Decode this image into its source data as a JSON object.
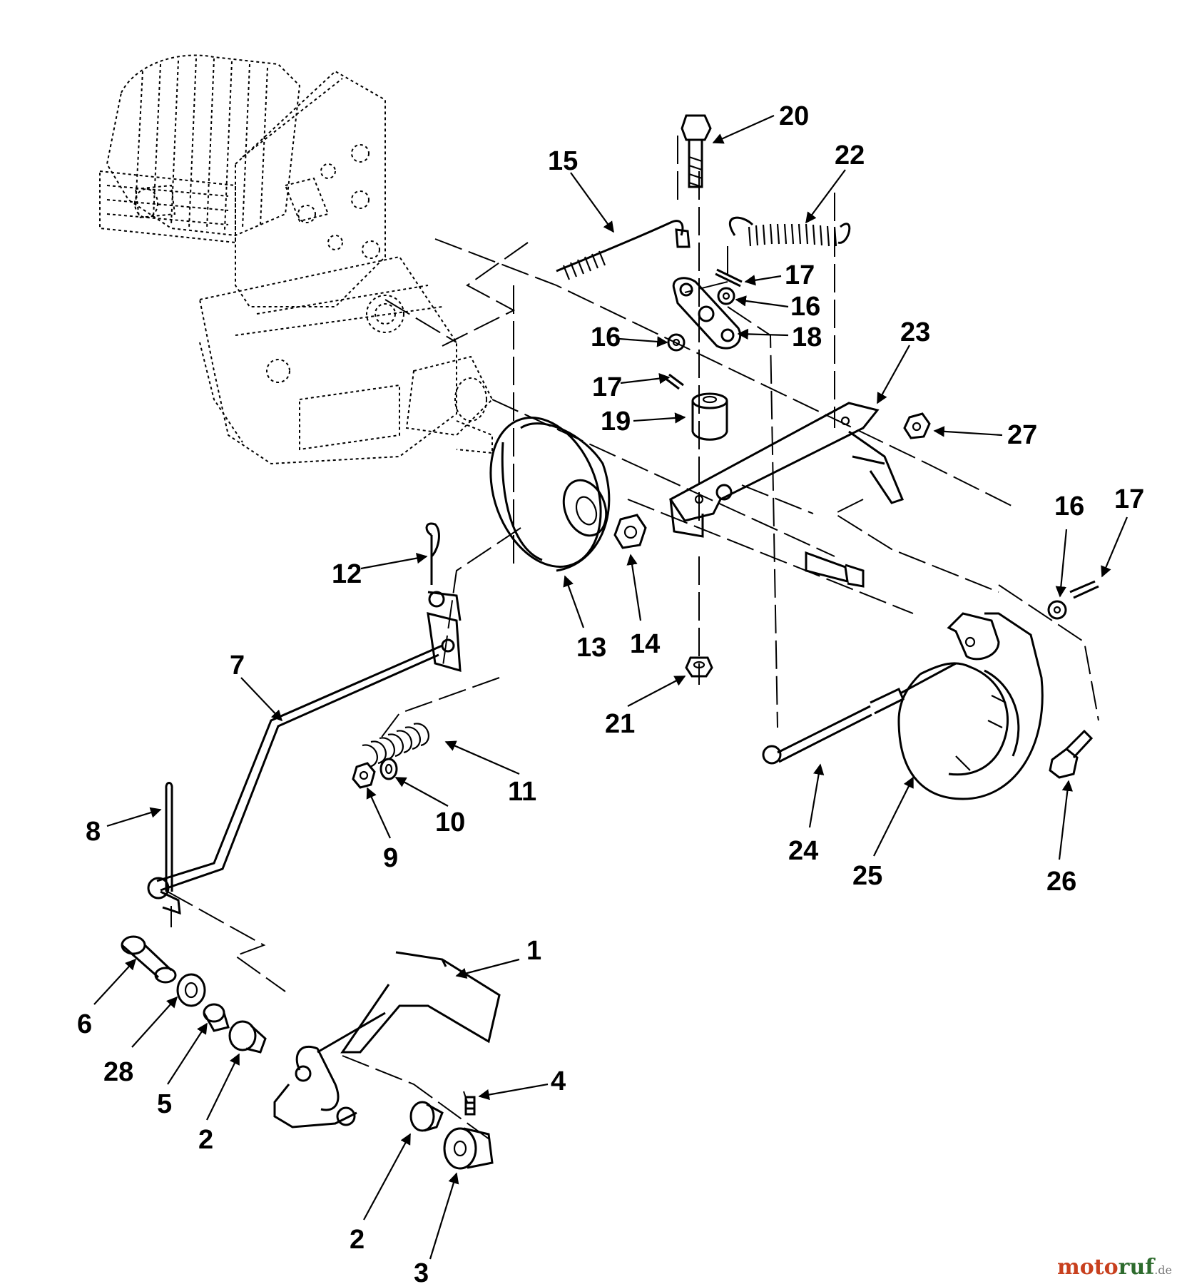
{
  "callouts": [
    {
      "n": "1"
    },
    {
      "n": "2"
    },
    {
      "n": "2"
    },
    {
      "n": "3"
    },
    {
      "n": "4"
    },
    {
      "n": "5"
    },
    {
      "n": "6"
    },
    {
      "n": "7"
    },
    {
      "n": "8"
    },
    {
      "n": "9"
    },
    {
      "n": "10"
    },
    {
      "n": "11"
    },
    {
      "n": "12"
    },
    {
      "n": "13"
    },
    {
      "n": "14"
    },
    {
      "n": "15"
    },
    {
      "n": "16"
    },
    {
      "n": "16"
    },
    {
      "n": "16"
    },
    {
      "n": "17"
    },
    {
      "n": "17"
    },
    {
      "n": "17"
    },
    {
      "n": "18"
    },
    {
      "n": "19"
    },
    {
      "n": "20"
    },
    {
      "n": "21"
    },
    {
      "n": "22"
    },
    {
      "n": "23"
    },
    {
      "n": "24"
    },
    {
      "n": "25"
    },
    {
      "n": "26"
    },
    {
      "n": "27"
    },
    {
      "n": "28"
    }
  ],
  "watermark": {
    "part1": "moto",
    "part2": "ruf",
    "suffix": ".de"
  }
}
